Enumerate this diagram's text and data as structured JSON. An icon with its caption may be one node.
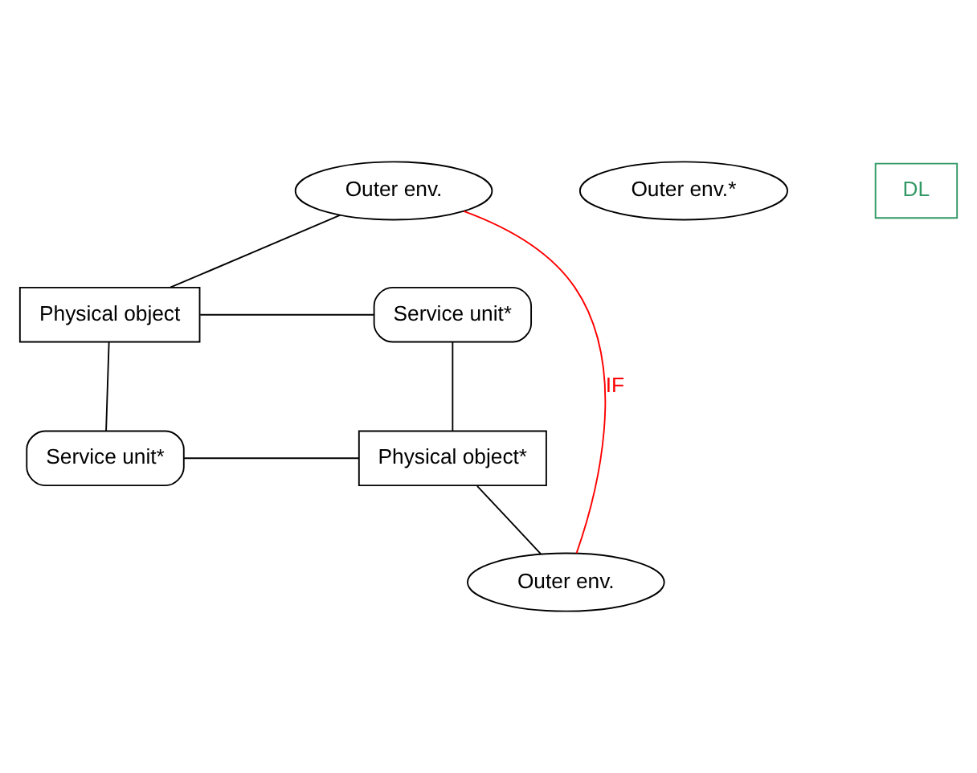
{
  "diagram": {
    "nodes": [
      {
        "text": [
          "Outer env."
        ]
      },
      {
        "text": [
          "Outer env.*"
        ]
      },
      {
        "text": [
          "Physical object"
        ]
      },
      {
        "text": [
          "Service unit*"
        ]
      },
      {
        "text": [
          "DL"
        ]
      },
      {
        "text": [
          "Service unit*"
        ]
      },
      {
        "text": [
          "Physical object*"
        ]
      },
      {
        "text": [
          "Outer env."
        ]
      }
    ],
    "edges": [
      {
        "from": 0,
        "to": 2,
        "arrow": "none"
      },
      {
        "from": 2,
        "to": 3,
        "arrow": "none"
      },
      {
        "from": 2,
        "to": 5,
        "arrow": "none"
      },
      {
        "from": 3,
        "to": 6,
        "arrow": "none"
      },
      {
        "from": 5,
        "to": 6,
        "arrow": "none"
      },
      {
        "from": 6,
        "to": 7,
        "arrow": "none"
      },
      {
        "from": 0,
        "to": 7,
        "arrow": "none",
        "label": "IF",
        "color": "#ff0000"
      }
    ]
  }
}
